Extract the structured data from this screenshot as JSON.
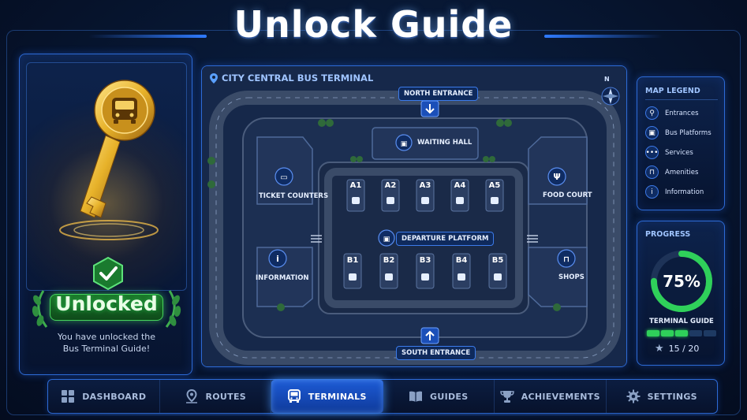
{
  "title": "Unlock Guide",
  "unlock": {
    "status_label": "Unlocked",
    "message_line1": "You have unlocked the",
    "message_line2": "Bus Terminal Guide!",
    "key_icon": "bus-icon"
  },
  "map": {
    "title": "CITY CENTRAL BUS TERMINAL",
    "compass_label": "N",
    "north_entrance": "NORTH ENTRANCE",
    "south_entrance": "SOUTH ENTRANCE",
    "waiting_hall": "WAITING HALL",
    "ticket_counters": "TICKET COUNTERS",
    "food_court": "FOOD COURT",
    "information": "INFORMATION",
    "shops": "SHOPS",
    "departure_platform": "DEPARTURE PLATFORM",
    "bays_a": [
      "A1",
      "A2",
      "A3",
      "A4",
      "A5"
    ],
    "bays_b": [
      "B1",
      "B2",
      "B3",
      "B4",
      "B5"
    ]
  },
  "legend": {
    "title": "MAP LEGEND",
    "items": [
      {
        "label": "Entrances",
        "icon": "pin-icon"
      },
      {
        "label": "Bus Platforms",
        "icon": "bus-icon"
      },
      {
        "label": "Services",
        "icon": "dots-icon"
      },
      {
        "label": "Amenities",
        "icon": "bag-icon"
      },
      {
        "label": "Information",
        "icon": "info-icon"
      }
    ]
  },
  "progress": {
    "title": "PROGRESS",
    "percent_label": "75%",
    "percent": 75,
    "guide_label": "TERMINAL GUIDE",
    "count_label": "15 / 20",
    "segments_total": 5,
    "segments_filled": 3
  },
  "nav": {
    "items": [
      {
        "label": "DASHBOARD",
        "icon": "grid-icon"
      },
      {
        "label": "ROUTES",
        "icon": "route-pin-icon"
      },
      {
        "label": "TERMINALS",
        "icon": "bus-icon",
        "active": true
      },
      {
        "label": "GUIDES",
        "icon": "book-icon"
      },
      {
        "label": "ACHIEVEMENTS",
        "icon": "trophy-icon"
      },
      {
        "label": "SETTINGS",
        "icon": "gear-icon"
      }
    ]
  },
  "colors": {
    "accent": "#2d6bd6",
    "success": "#2fd05a",
    "gold": "#e7b22a"
  }
}
